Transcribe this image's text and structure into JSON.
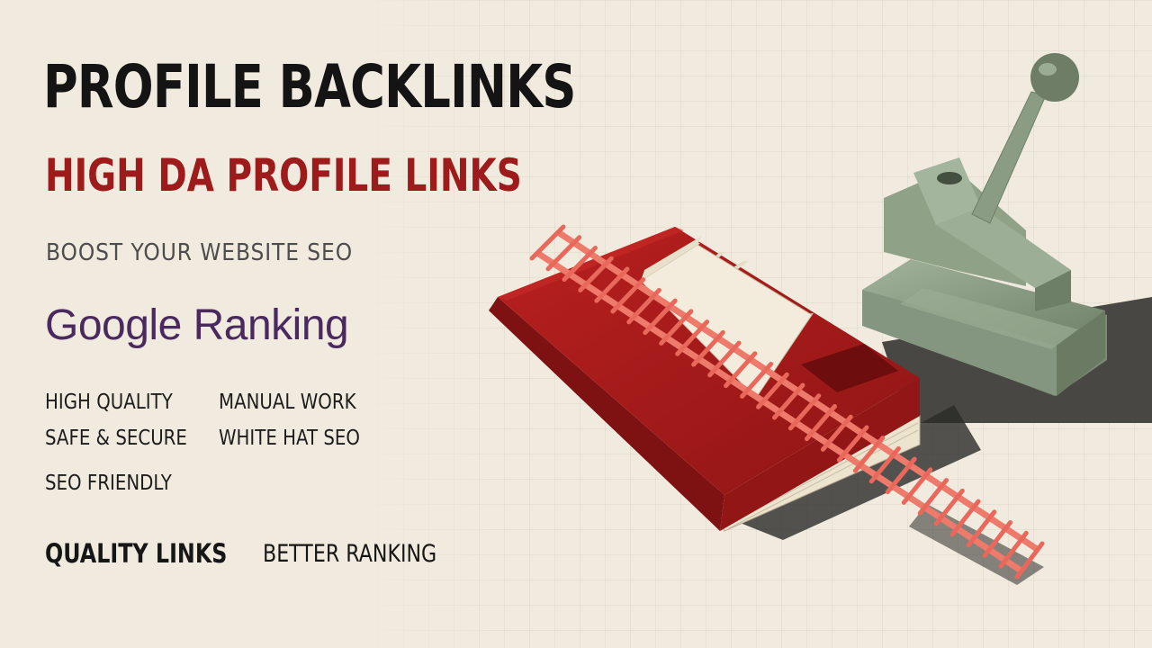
{
  "hero": {
    "title": "PROFILE BACKLINKS",
    "subtitle": "HIGH DA PROFILE LINKS",
    "tagline": "BOOST YOUR WEBSITE SEO",
    "google_text": "Google Ranking"
  },
  "features": [
    "HIGH QUALITY",
    "MANUAL WORK",
    "SAFE & SECURE",
    "WHITE HAT SEO",
    "SEO FRIENDLY"
  ],
  "footer": {
    "left": "QUALITY LINKS",
    "right": "BETTER RANKING"
  },
  "colors": {
    "background": "#f1ebdf",
    "title": "#141414",
    "subtitle": "#9e1b1b",
    "google_text": "#4a2a5e",
    "book": "#a31a1a",
    "rails": "#ee7a6c",
    "stapler": "#8c9e86"
  },
  "illustration": [
    "book-icon",
    "railway-track-icon",
    "index-cards-icon",
    "stapler-press-icon"
  ]
}
